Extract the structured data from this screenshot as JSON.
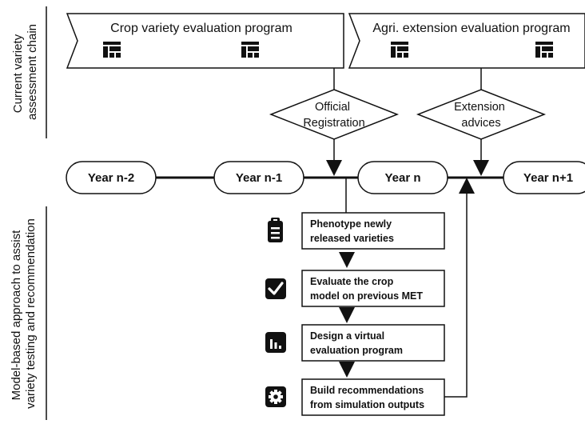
{
  "side_labels": {
    "top": [
      "Current variety",
      "assessment chain"
    ],
    "bottom": [
      "Model-based approach to assist",
      "variety testing and recommendation"
    ]
  },
  "programs": [
    {
      "label": "Crop variety evaluation program",
      "icon": "program-grid-icon"
    },
    {
      "label": "Agri. extension evaluation program",
      "icon": "program-grid-icon"
    }
  ],
  "decisions": [
    {
      "lines": [
        "Official",
        "Registration"
      ]
    },
    {
      "lines": [
        "Extension",
        "advices"
      ]
    }
  ],
  "years": [
    "Year n-2",
    "Year n-1",
    "Year n",
    "Year n+1"
  ],
  "steps": [
    {
      "lines": [
        "Phenotype newly",
        "released varieties"
      ],
      "icon": "clipboard-icon"
    },
    {
      "lines": [
        "Evaluate the crop",
        "model on previous MET"
      ],
      "icon": "checkmark-icon"
    },
    {
      "lines": [
        "Design a virtual",
        "evaluation program"
      ],
      "icon": "bar-chart-icon"
    },
    {
      "lines": [
        "Build recommendations",
        "from simulation outputs"
      ],
      "icon": "gear-icon"
    }
  ]
}
